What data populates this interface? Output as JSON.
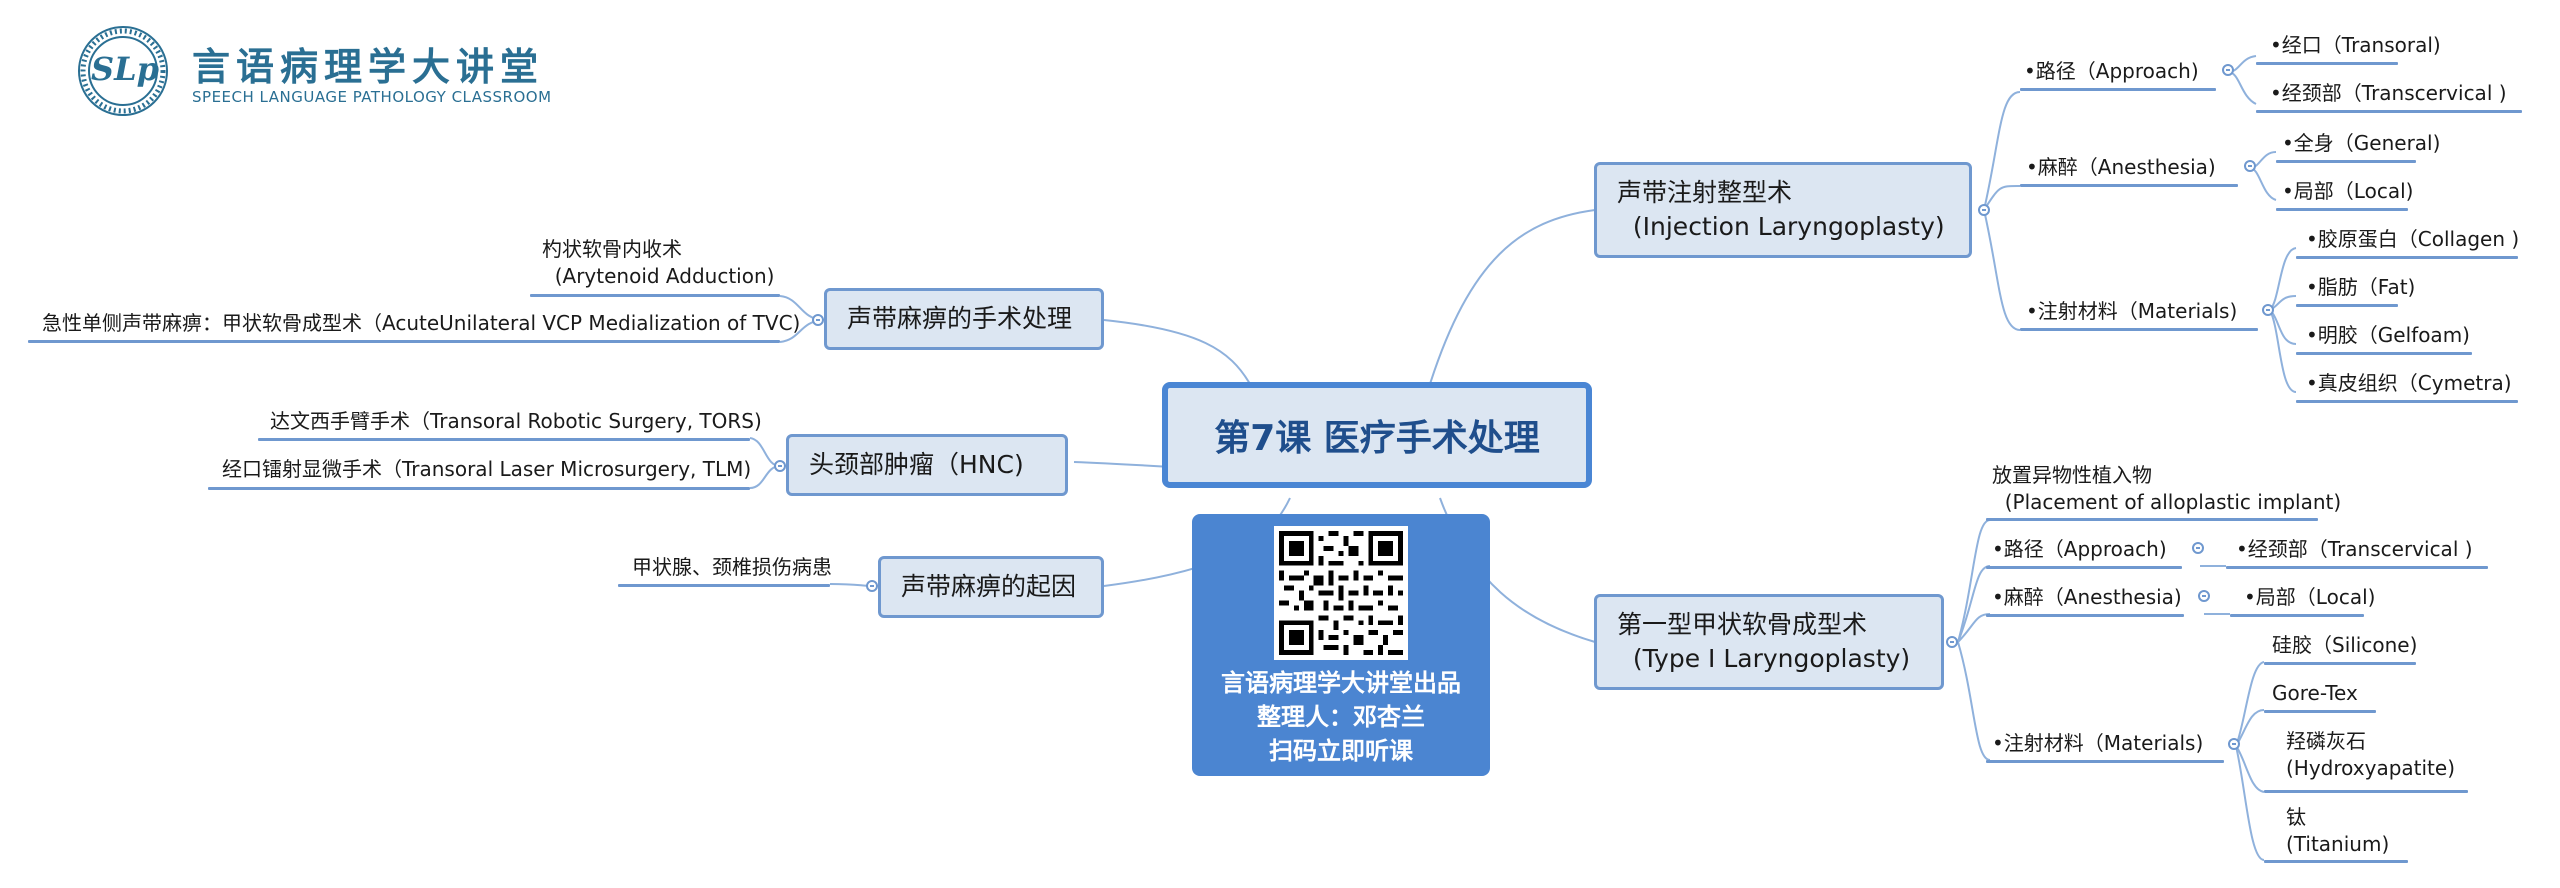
{
  "logo": {
    "mark": "SLp",
    "title": "言语病理学大讲堂",
    "subtitle": "SPEECH LANGUAGE PATHOLOGY CLASSROOM"
  },
  "central": {
    "title": "第7课 医疗手术处理"
  },
  "qr_card": {
    "line1": "言语病理学大讲堂出品",
    "line2": "整理人：邓杏兰",
    "line3": "扫码立即听课"
  },
  "left_branches": {
    "vcp_surgery": {
      "label": "声带麻痹的手术处理",
      "leaf_arytenoid": "杓状软骨内收术\n  (Arytenoid Adduction)",
      "leaf_acute": "急性单侧声带麻痹：甲状软骨成型术（AcuteUnilateral VCP Medialization of TVC)"
    },
    "hnc": {
      "label": "头颈部肿瘤（HNC)",
      "leaf_tors": "达文西手臂手术（Transoral Robotic Surgery, TORS)",
      "leaf_tlm": "经口镭射显微手术（Transoral Laser Microsurgery, TLM)"
    },
    "vcp_cause": {
      "label": "声带麻痹的起因",
      "leaf_thyroid": "甲状腺、颈椎损伤病患"
    }
  },
  "right_branches": {
    "injection": {
      "label": "声带注射整型术\n  (Injection Laryngoplasty)",
      "approach": {
        "label": "•路径（Approach)",
        "items": [
          "•经口（Transoral)",
          "•经颈部（Transcervical )"
        ]
      },
      "anesthesia": {
        "label": "•麻醉（Anesthesia)",
        "items": [
          "•全身（General)",
          "•局部（Local)"
        ]
      },
      "materials": {
        "label": "•注射材料（Materials)",
        "items": [
          "•胶原蛋白（Collagen )",
          "•脂肪（Fat)",
          "•明胶（Gelfoam)",
          "•真皮组织（Cymetra)"
        ]
      }
    },
    "type1": {
      "label": "第一型甲状软骨成型术\n  (Type I Laryngoplasty)",
      "placement": "放置异物性植入物\n  (Placement of alloplastic implant)",
      "approach": {
        "label": "•路径（Approach)",
        "items": [
          "•经颈部（Transcervical )"
        ]
      },
      "anesthesia": {
        "label": "•麻醉（Anesthesia)",
        "items": [
          "•局部（Local)"
        ]
      },
      "materials": {
        "label": "•注射材料（Materials)",
        "items": [
          "硅胶（Silicone)",
          "Gore-Tex",
          "羟磷灰石\n(Hydroxyapatite)",
          "钛\n(Titanium)"
        ]
      }
    }
  },
  "colors": {
    "branch_line": "#8fb1dc",
    "underline": "#6f98cf",
    "node_fill": "#dce6f2",
    "central_border": "#4a86d4",
    "central_text": "#1f4e8c",
    "card_fill": "#4b85d1",
    "logo_teal": "#2a6f93"
  }
}
